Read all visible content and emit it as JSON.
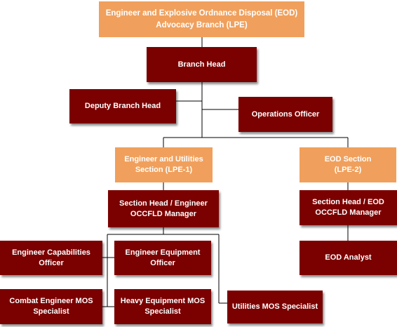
{
  "colors": {
    "dark_box": "#7b0000",
    "light_box": "#f0a05c",
    "connector": "#000000"
  },
  "nodes": {
    "lpe": "Engineer and Explosive Ordnance Disposal (EOD)\nAdvocacy Branch  (LPE)",
    "branch_head": "Branch Head",
    "deputy_branch_head": "Deputy Branch Head",
    "operations_officer": "Operations Officer",
    "lpe1": "Engineer and Utilities\nSection (LPE-1)",
    "lpe2": "EOD Section\n(LPE-2)",
    "section_head_eng": "Section Head / Engineer\nOCCFLD Manager",
    "section_head_eod": "Section Head / EOD\nOCCFLD Manager",
    "eng_capabilities_officer": "Engineer Capabilities\nOfficer",
    "eng_equipment_officer": "Engineer Equipment\nOfficer",
    "combat_engineer_mos": "Combat Engineer MOS\nSpecialist",
    "heavy_equipment_mos": "Heavy Equipment MOS\nSpecialist",
    "utilities_mos": "Utilities MOS Specialist",
    "eod_analyst": "EOD Analyst"
  }
}
